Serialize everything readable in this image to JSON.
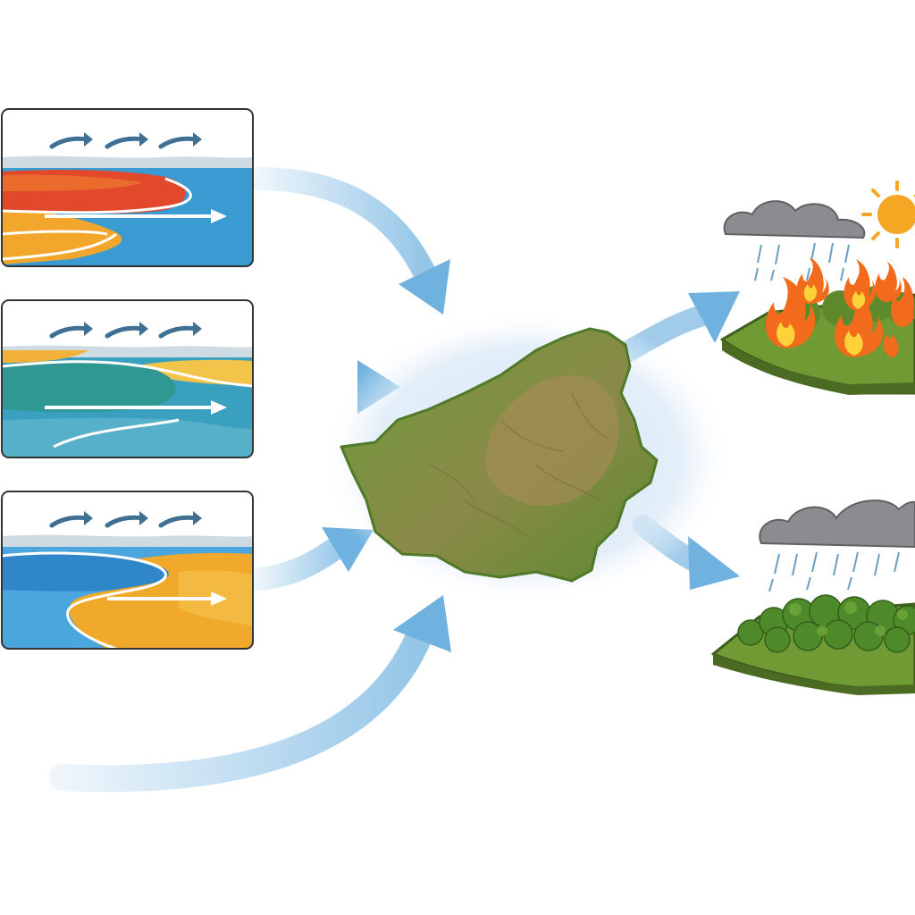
{
  "diagram": {
    "panels": [
      {
        "id": "panel-warm-ocean",
        "surface_color": "#e2482a",
        "band_color": "#f3a62c",
        "water_color": "#3a9bd2"
      },
      {
        "id": "panel-neutral-ocean",
        "surface_color": "#2f9892",
        "band_color": "#f2c44a",
        "water_color": "#3aa0c0"
      },
      {
        "id": "panel-cool-ocean",
        "surface_color": "#2f86c8",
        "band_color": "#f0a92a",
        "water_color": "#4aa6dc"
      }
    ],
    "central_region": {
      "land_color": "#5f8f35",
      "dry_color": "#a98c55",
      "halo_color": "#d4e6f5"
    },
    "outcomes": [
      {
        "id": "outcome-drought-fire",
        "icons": [
          "cloud-icon",
          "sun-icon",
          "rain-icon",
          "fire-icon"
        ],
        "ground_color": "#6f9a34"
      },
      {
        "id": "outcome-rain-forest",
        "icons": [
          "cloud-icon",
          "rain-icon",
          "tree-icon"
        ],
        "ground_color": "#6f9a34"
      }
    ],
    "colors": {
      "arrow": "#8fc3e6",
      "arrow_head": "#6fb1df",
      "wind_arrow": "#3f6f93",
      "panel_border": "#333333",
      "cloud": "#8a8c8f",
      "sun": "#f5a623",
      "fire_outer": "#f26a1b",
      "fire_inner": "#ffd23a",
      "rain": "#6a9fc4"
    }
  }
}
